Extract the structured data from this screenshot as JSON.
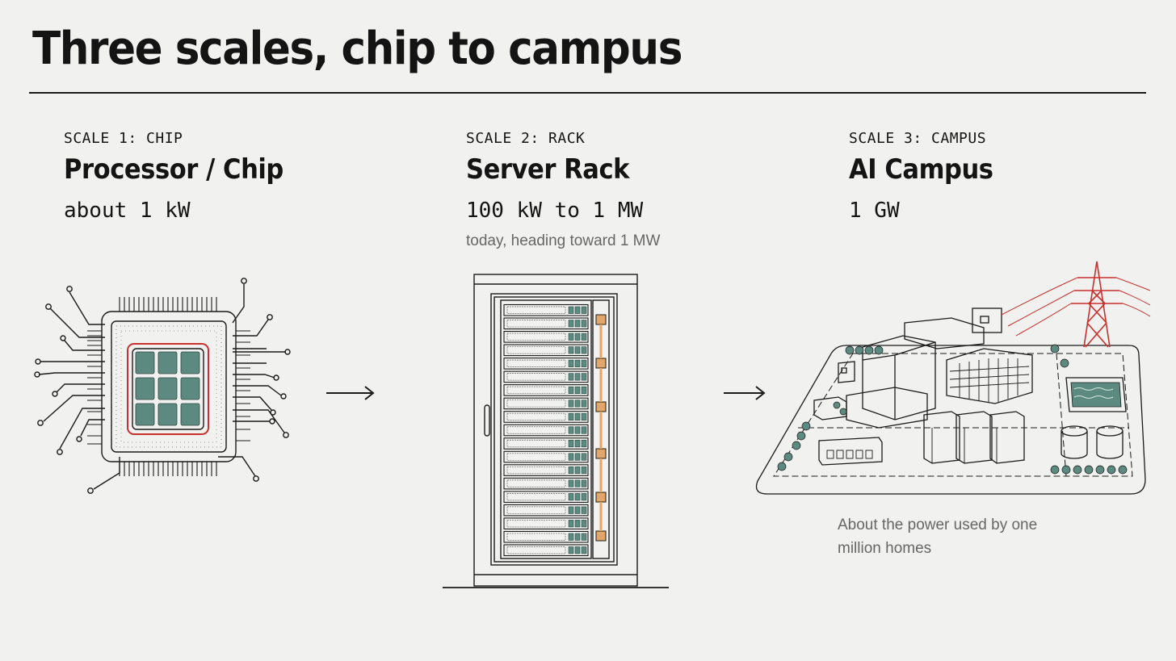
{
  "title": "Three scales, chip to campus",
  "scales": [
    {
      "label": "SCALE 1: CHIP",
      "name": "Processor / Chip",
      "power": "about 1 kW"
    },
    {
      "label": "SCALE 2: RACK",
      "name": "Server Rack",
      "power": "100 kW to 1 MW",
      "note": "today, heading toward 1 MW"
    },
    {
      "label": "SCALE 3: CAMPUS",
      "name": "AI Campus",
      "power": "1 GW",
      "note": "About the power used by one million homes"
    }
  ],
  "colors": {
    "ink": "#1a1a1a",
    "accent_red": "#c8302e",
    "teal": "#5d8a80",
    "orange": "#e2a66a",
    "background": "#f1f1ef"
  },
  "icons": [
    "chip-icon",
    "server-rack-icon",
    "campus-icon",
    "arrow-right-icon",
    "transmission-tower-icon"
  ]
}
